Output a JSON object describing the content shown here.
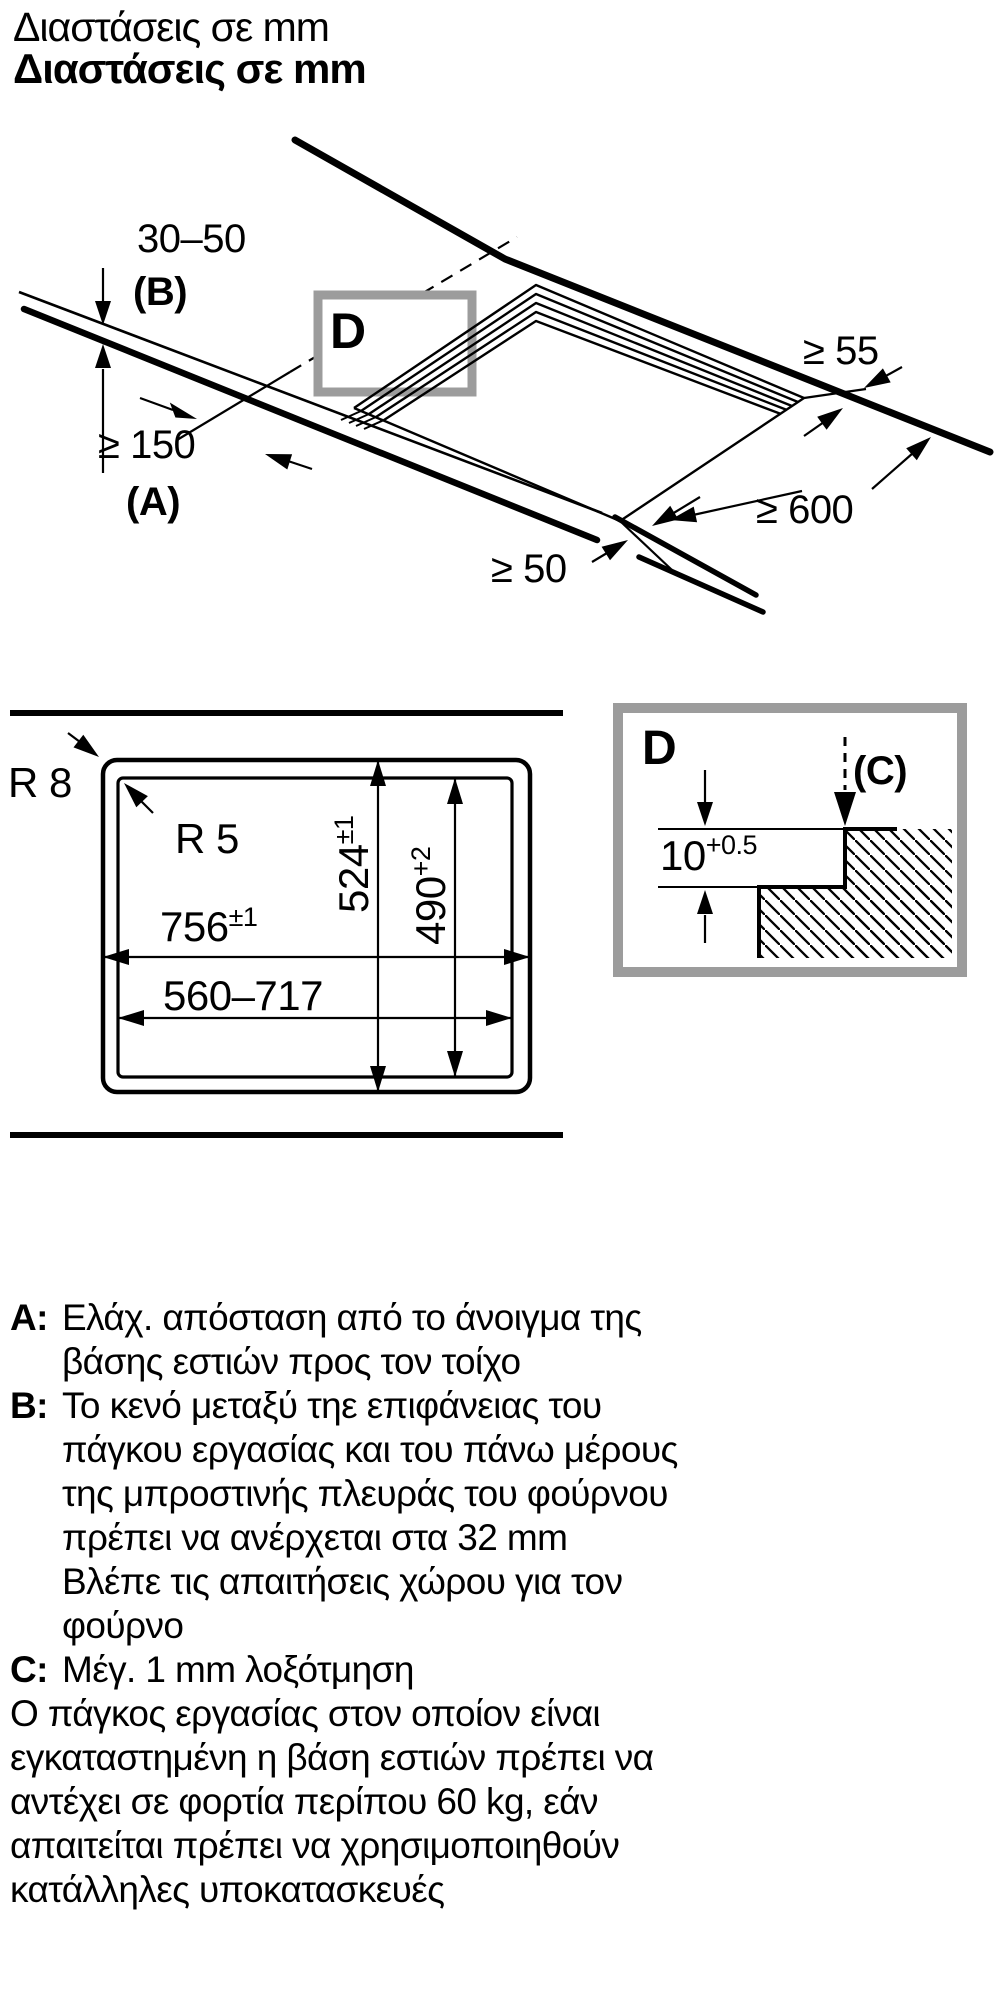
{
  "title": {
    "line1": "Διαστάσεις σε mm",
    "line2": "Διαστάσεις σε mm"
  },
  "colors": {
    "detail_box_border": "#9c9c9c",
    "ink": "#000000",
    "background": "#ffffff"
  },
  "top_diagram": {
    "worktop_thickness": "30–50",
    "worktop_thickness_ref": "(B)",
    "wall_distance": "≥ 150",
    "wall_distance_ref": "(A)",
    "side_clearance": "≥ 55",
    "front_depth": "≥ 600",
    "oven_gap": "≥ 50",
    "detail_marker": "D"
  },
  "cutout_diagram": {
    "corner_radius_outer": "R 8",
    "corner_radius_inner": "R 5",
    "appliance_width": "756",
    "appliance_width_tol": "±1",
    "appliance_depth": "524",
    "appliance_depth_tol": "±1",
    "cutout_depth": "490",
    "cutout_depth_tol": "+2",
    "cutout_width": "560–717"
  },
  "detail_d": {
    "label": "D",
    "chamfer_ref": "(C)",
    "step_depth": "10",
    "step_depth_tol": "+0.5"
  },
  "notes": {
    "lines": [
      {
        "label": "A:",
        "text": "Ελάχ. απόσταση από το άνοιγμα της"
      },
      {
        "text": "βάσης εστιών προς τον τοίχο"
      },
      {
        "label": "B:",
        "text": "Το κενό μεταξύ τηε επιφάνειας του"
      },
      {
        "text": "πάγκου εργασίας και του πάνω μέρους"
      },
      {
        "text": "της μπροστινής πλευράς του φούρνου"
      },
      {
        "text": "πρέπει να ανέρχεται στα 32 mm"
      },
      {
        "text": "Βλέπε τις απαιτήσεις χώρου για τον"
      },
      {
        "text": "φούρνο"
      },
      {
        "label": "C:",
        "text": "Μέγ. 1 mm λοξότμηση"
      },
      {
        "text": "Ο πάγκος εργασίας στον οποίον είναι"
      },
      {
        "text": "εγκαταστημένη η βάση εστιών πρέπει να"
      },
      {
        "text": "αντέχει σε φορτία περίπου 60 kg, εάν"
      },
      {
        "text": "απαιτείται πρέπει να χρησιμοποιηθούν"
      },
      {
        "text": "κατάλληλες υποκατασκευές"
      }
    ]
  }
}
